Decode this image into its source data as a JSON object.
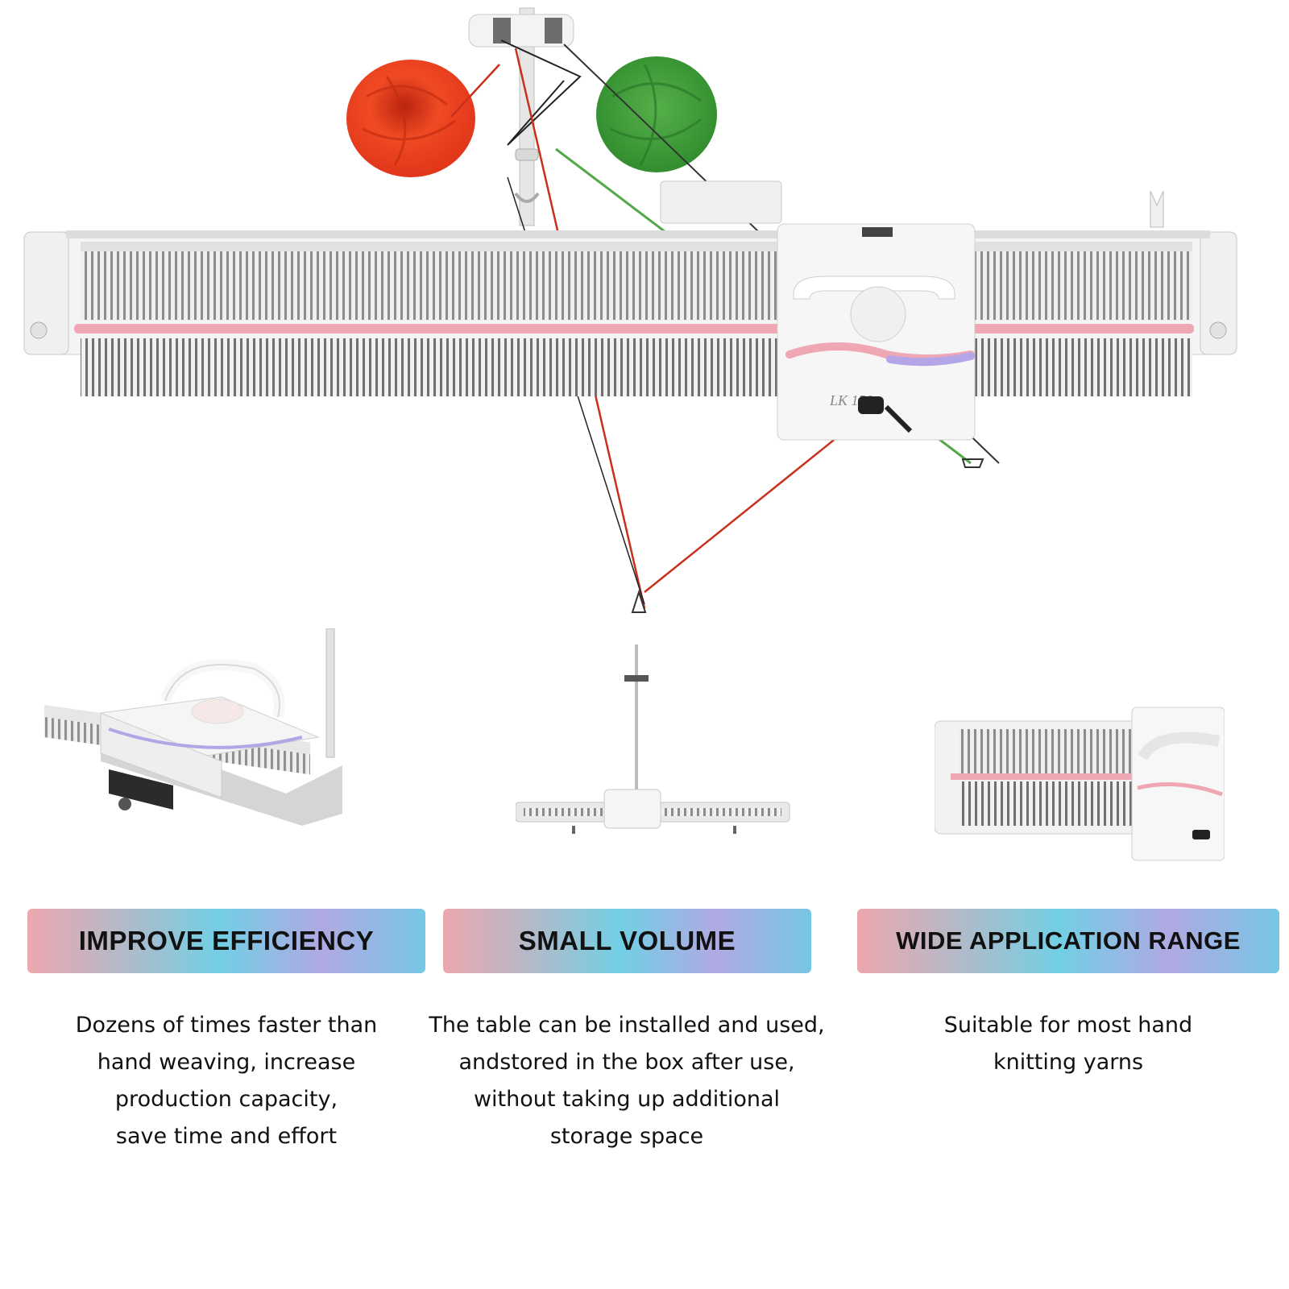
{
  "hero": {
    "model_label": "LK 150"
  },
  "features": [
    {
      "title": "IMPROVE EFFICIENCY",
      "description": "Dozens of times faster than\nhand weaving, increase\nproduction capacity,\n save time and effort"
    },
    {
      "title": "SMALL VOLUME",
      "description": "The table can be installed and used,\nandstored in the box after use,\nwithout taking up additional\nstorage space"
    },
    {
      "title": "WIDE APPLICATION RANGE",
      "description": "Suitable for most hand\nknitting yarns"
    }
  ],
  "colors": {
    "yarn_red": "#e8381c",
    "yarn_green": "#3f9c37",
    "accent_pink": "#f0a7b4",
    "accent_purple": "#b4a6e6",
    "badge_gradient": [
      "#eca7ae",
      "#72cfe4",
      "#b0a9e2",
      "#76c6e4"
    ]
  }
}
